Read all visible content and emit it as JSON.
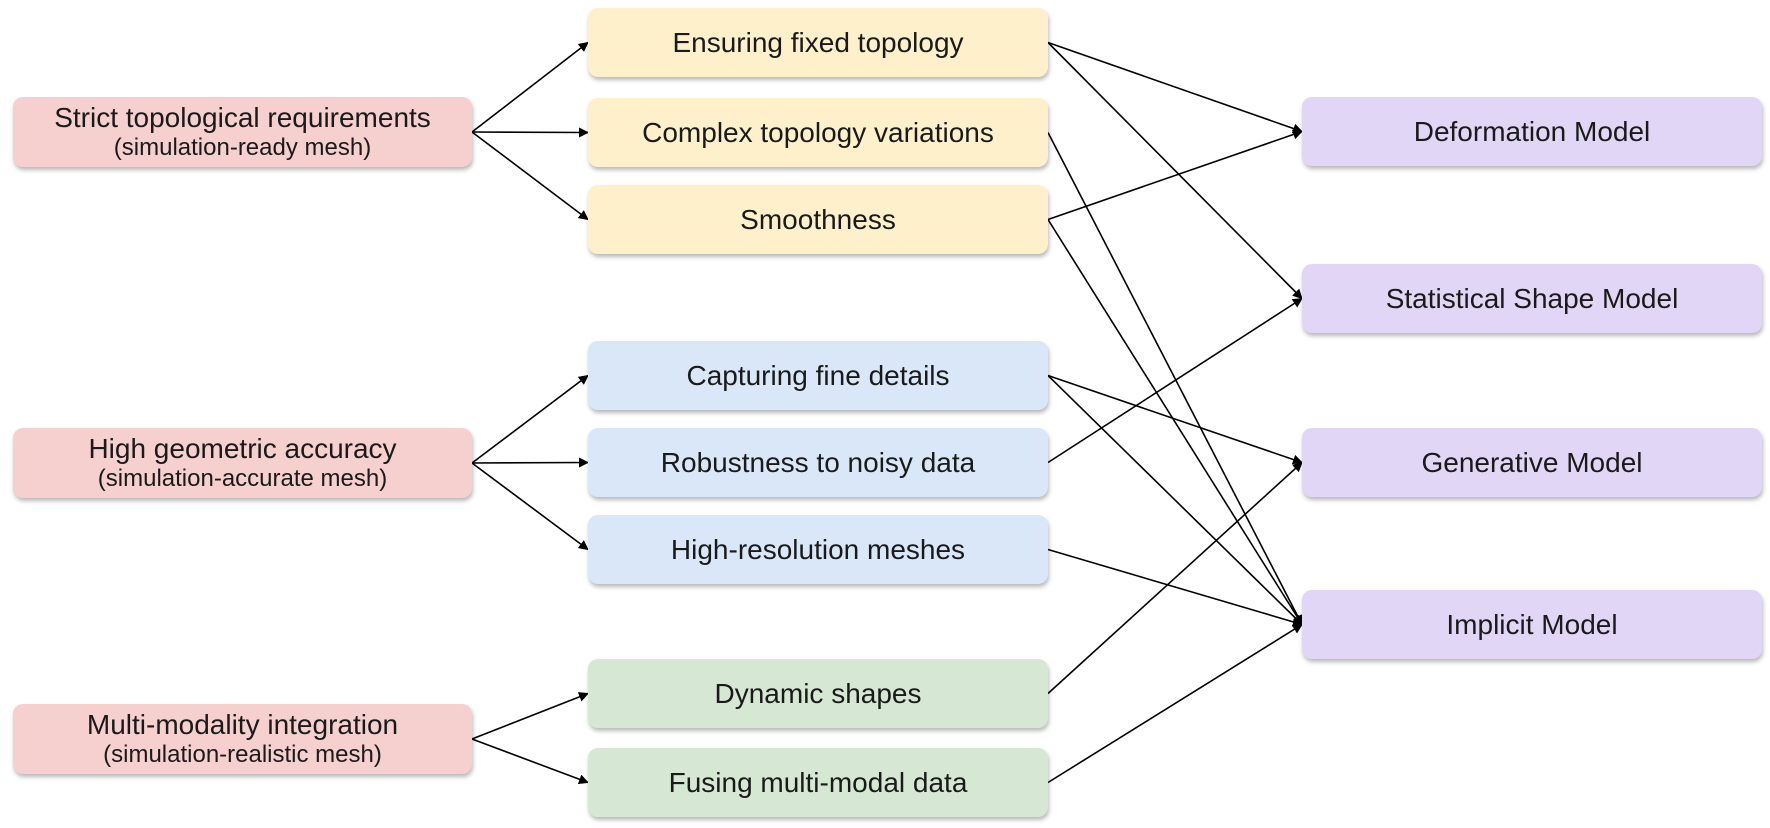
{
  "diagram": {
    "nodes": {
      "strict": {
        "main": "Strict topological requirements",
        "sub": "(simulation-ready mesh)"
      },
      "geom": {
        "main": "High geometric accuracy",
        "sub": "(simulation-accurate mesh)"
      },
      "multi": {
        "main": "Multi-modality integration",
        "sub": "(simulation-realistic mesh)"
      },
      "fixed": {
        "main": "Ensuring fixed topology"
      },
      "complex": {
        "main": "Complex topology variations"
      },
      "smooth": {
        "main": "Smoothness"
      },
      "fine": {
        "main": "Capturing fine details"
      },
      "robust": {
        "main": "Robustness to noisy data"
      },
      "highres": {
        "main": "High-resolution meshes"
      },
      "dynamic": {
        "main": "Dynamic shapes"
      },
      "fusing": {
        "main": "Fusing multi-modal data"
      },
      "deform": {
        "main": "Deformation Model"
      },
      "ssm": {
        "main": "Statistical Shape Model"
      },
      "gen": {
        "main": "Generative Model"
      },
      "impl": {
        "main": "Implicit Model"
      }
    },
    "colors": {
      "requirement": "#f6cfcf",
      "topology": "#fdf0cb",
      "accuracy": "#d9e7f8",
      "modality": "#d6e8d4",
      "model": "#e2d6f6",
      "edge": "#000000"
    },
    "edges": [
      [
        "strict",
        "fixed"
      ],
      [
        "strict",
        "complex"
      ],
      [
        "strict",
        "smooth"
      ],
      [
        "geom",
        "fine"
      ],
      [
        "geom",
        "robust"
      ],
      [
        "geom",
        "highres"
      ],
      [
        "multi",
        "dynamic"
      ],
      [
        "multi",
        "fusing"
      ],
      [
        "fixed",
        "deform"
      ],
      [
        "fixed",
        "ssm"
      ],
      [
        "complex",
        "impl"
      ],
      [
        "smooth",
        "deform"
      ],
      [
        "smooth",
        "impl"
      ],
      [
        "fine",
        "gen"
      ],
      [
        "fine",
        "impl"
      ],
      [
        "robust",
        "ssm"
      ],
      [
        "highres",
        "impl"
      ],
      [
        "dynamic",
        "gen"
      ],
      [
        "fusing",
        "impl"
      ]
    ]
  }
}
